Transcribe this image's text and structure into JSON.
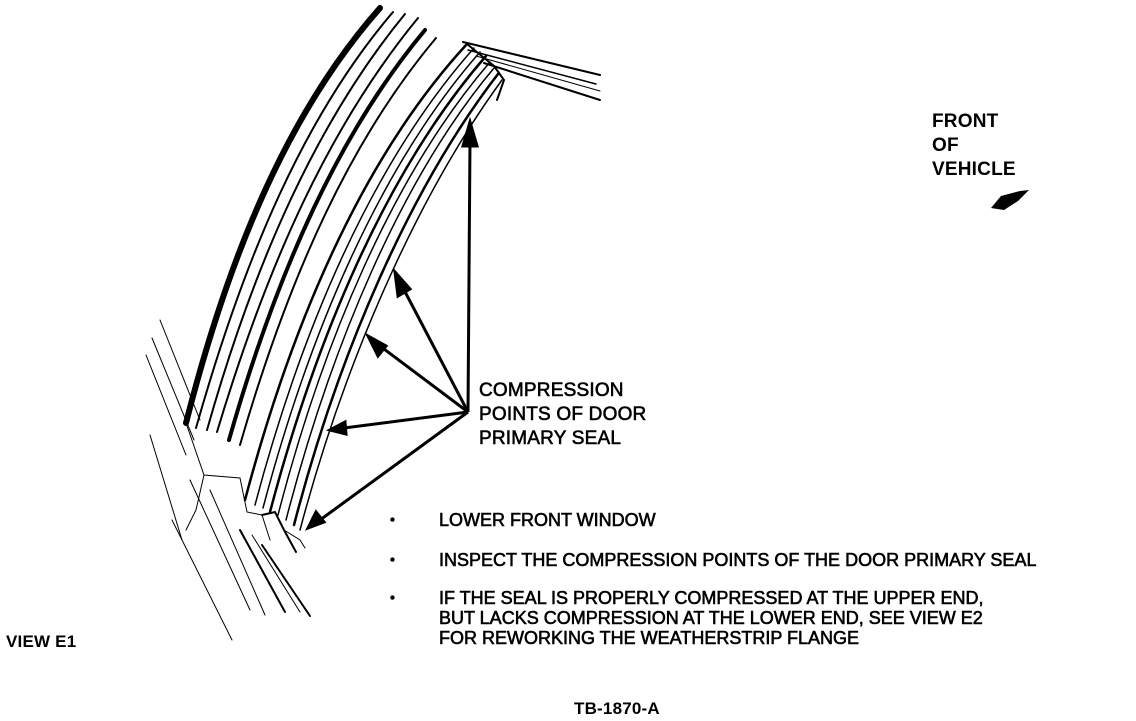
{
  "labels": {
    "front": [
      "FRONT",
      "OF",
      "VEHICLE"
    ],
    "callout": [
      "COMPRESSION",
      "POINTS OF DOOR",
      "PRIMARY SEAL"
    ],
    "view": "VIEW E1",
    "figure_id": "TB-1870-A"
  },
  "notes": [
    {
      "bullet": "•",
      "lines": [
        "LOWER FRONT WINDOW"
      ]
    },
    {
      "bullet": "•",
      "lines": [
        "INSPECT THE COMPRESSION POINTS OF THE DOOR PRIMARY SEAL"
      ]
    },
    {
      "bullet": "•",
      "lines": [
        "IF THE SEAL IS PROPERLY COMPRESSED AT THE UPPER END,",
        "BUT LACKS COMPRESSION AT THE  LOWER END, SEE VIEW E2",
        "FOR REWORKING THE WEATHERSTRIP FLANGE"
      ]
    }
  ],
  "colors": {
    "ink": "#000000",
    "paper": "#ffffff"
  }
}
